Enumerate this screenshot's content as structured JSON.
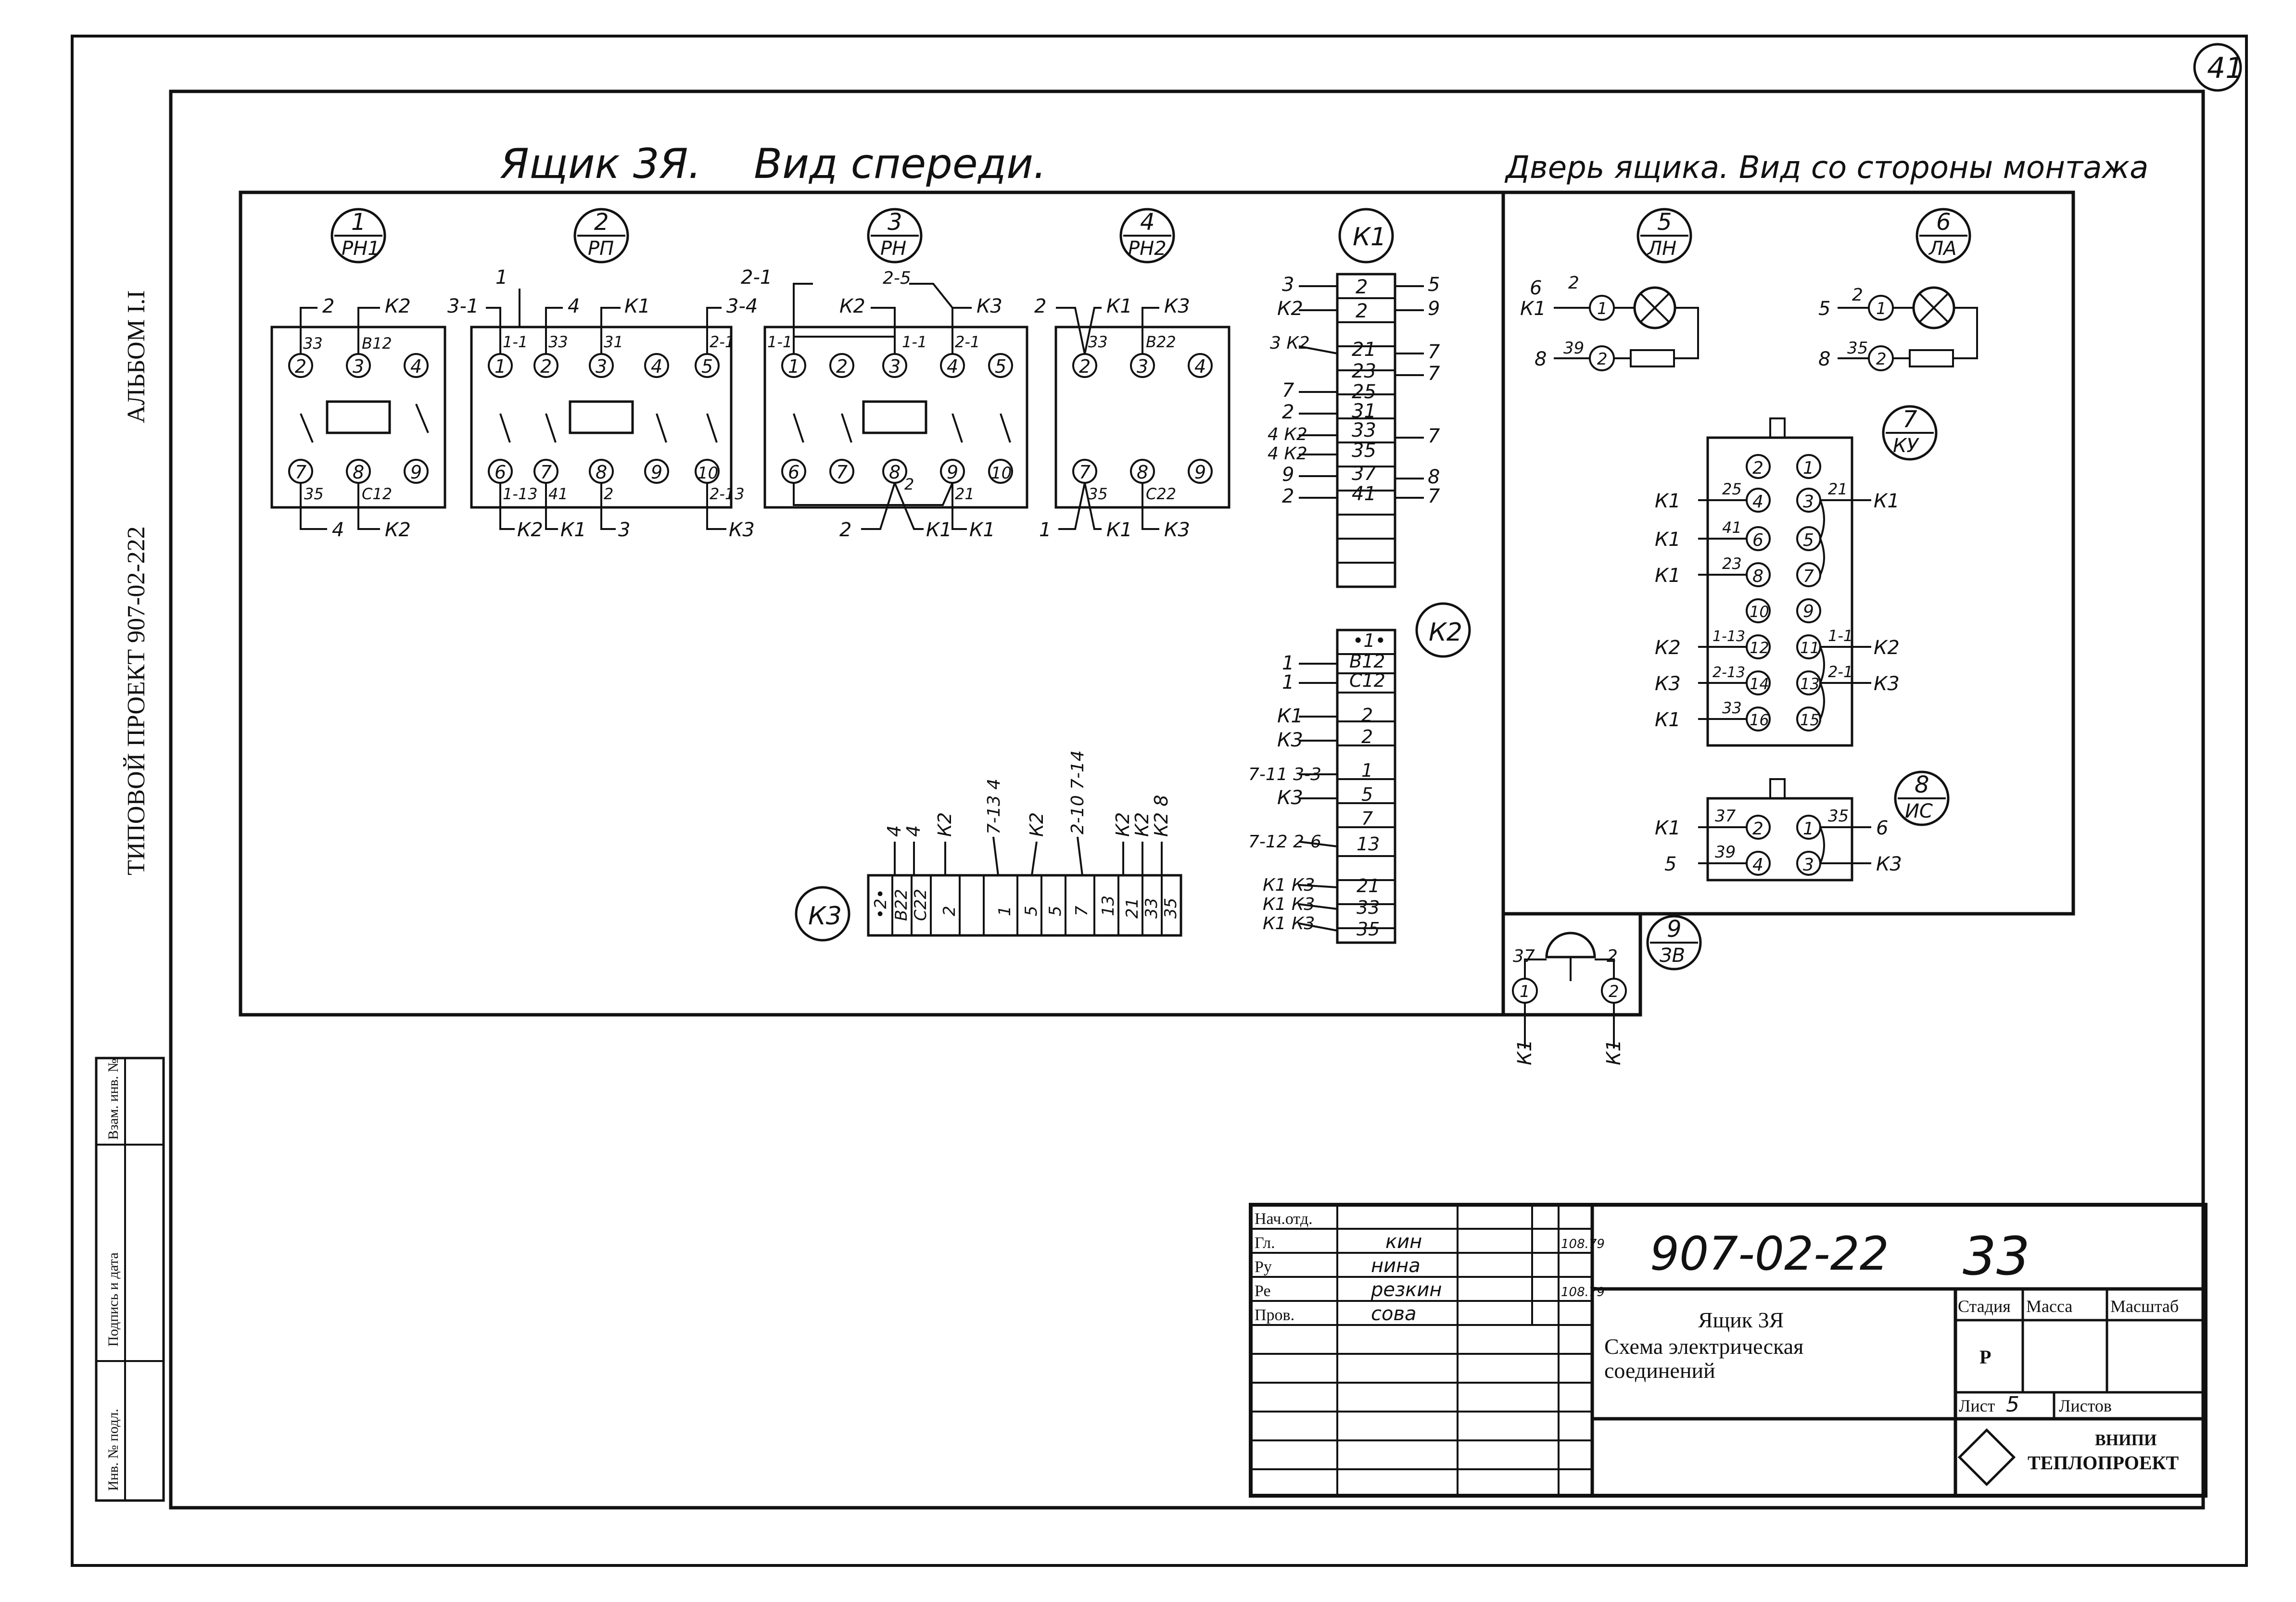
{
  "sheet_corner_number": "41",
  "left_margin": {
    "album": "АЛЬБОМ I.I",
    "project": "ТИПОВОЙ ПРОЕКТ 907-02-222",
    "stamp_labels": [
      "Инв. № подл.",
      "Подпись и дата",
      "Взам. инв. №"
    ]
  },
  "titles": {
    "box_front": "Ящик 3Я.    Вид спереди.",
    "door": "Дверь ящика. Вид со стороны монтажа"
  },
  "devices": {
    "d1": {
      "num": "1",
      "name": "РН1",
      "top_labels": [
        "2",
        "К2",
        "33",
        "В12"
      ],
      "bottom_labels": [
        "35",
        "4",
        "К2",
        "С12"
      ],
      "terminals": [
        "2",
        "3",
        "4",
        "7",
        "8",
        "9"
      ]
    },
    "d2": {
      "num": "2",
      "name": "РП",
      "top_labels": [
        "3-1",
        "1",
        "1-1",
        "33",
        "4",
        "31",
        "К1",
        "2-1",
        "3-4"
      ],
      "bottom_labels": [
        "1-13",
        "41",
        "2",
        "2-13",
        "К2",
        "К1",
        "3",
        "К3"
      ],
      "terminals": [
        "1",
        "2",
        "3",
        "4",
        "5",
        "6",
        "7",
        "8",
        "9",
        "10"
      ]
    },
    "d3": {
      "num": "3",
      "name": "РН",
      "top_labels": [
        "2-1",
        "К2",
        "2-5",
        "1-1",
        "1-1",
        "2-1",
        "К3"
      ],
      "bottom_labels": [
        "2",
        "21",
        "2",
        "К1",
        "К1"
      ],
      "terminals": [
        "1",
        "2",
        "3",
        "4",
        "5",
        "6",
        "7",
        "8",
        "9",
        "10"
      ]
    },
    "d4": {
      "num": "4",
      "name": "РН2",
      "top_labels": [
        "2",
        "К1",
        "К3",
        "33",
        "В22"
      ],
      "bottom_labels": [
        "1",
        "35",
        "С22",
        "К1",
        "К3"
      ],
      "terminals": [
        "2",
        "3",
        "4",
        "7",
        "8",
        "9"
      ]
    }
  },
  "terminal_blocks": {
    "K1": {
      "name": "К1",
      "rows": [
        "2",
        "2",
        "21",
        "23",
        "25",
        "31",
        "33",
        "35",
        "37",
        "41",
        "",
        "",
        ""
      ],
      "left": [
        "3",
        "К2",
        "3 К2",
        "",
        "7",
        "2",
        "4 К2",
        "4 К2",
        "9",
        "2"
      ],
      "right": [
        "5",
        "9",
        "7",
        "7",
        "",
        "",
        "7",
        "",
        "8",
        "7"
      ]
    },
    "K2": {
      "name": "К2",
      "rows": [
        "•1•",
        "В12",
        "С12",
        "2",
        "2",
        "1",
        "5",
        "7",
        "13",
        "21",
        "33",
        "35"
      ],
      "left": [
        "1",
        "1",
        "К1",
        "К3",
        "7-11 3-3",
        "К3",
        "7-12 2-6",
        "К1 К3",
        "К1 К3",
        "К1 К3"
      ]
    },
    "K3": {
      "name": "К3",
      "cols": [
        "•2•",
        "В22",
        "С22",
        "2",
        "1",
        "5",
        "5",
        "7",
        "13",
        "21",
        "33",
        "35"
      ],
      "top": [
        "4",
        "4",
        "К2",
        "7-13 4",
        "К2",
        "2-10 7-14",
        "К2",
        "К2",
        "К2 8"
      ]
    }
  },
  "door_devices": {
    "d5": {
      "num": "5",
      "name": "ЛН",
      "labels": [
        "6",
        "2",
        "К1",
        "1",
        "8",
        "39",
        "2"
      ]
    },
    "d6": {
      "num": "6",
      "name": "ЛА",
      "labels": [
        "5",
        "2",
        "1",
        "8",
        "35",
        "2"
      ]
    },
    "d7": {
      "num": "7",
      "name": "КУ",
      "left_wires": [
        "К1",
        "К1",
        "К1",
        "",
        "К2",
        "К3",
        "К1"
      ],
      "left_nums": [
        "25",
        "41",
        "23",
        "",
        "1-13",
        "2-13",
        "33"
      ],
      "right_wires": [
        "К1",
        "",
        "",
        "",
        "К2",
        "К3",
        ""
      ],
      "right_nums": [
        "21",
        "",
        "",
        "",
        "1-1",
        "2-1",
        ""
      ],
      "terminals_left": [
        "2",
        "4",
        "6",
        "8",
        "10",
        "12",
        "14",
        "16"
      ],
      "terminals_right": [
        "1",
        "3",
        "5",
        "7",
        "9",
        "11",
        "13",
        "15"
      ]
    },
    "d8": {
      "num": "8",
      "name": "ИС",
      "labels": [
        "К1",
        "37",
        "2",
        "1",
        "35",
        "6",
        "5",
        "39",
        "4",
        "3",
        "К3"
      ]
    },
    "d9": {
      "num": "9",
      "name": "ЗВ",
      "labels": [
        "37",
        "1",
        "2",
        "2",
        "К1",
        "К1"
      ]
    }
  },
  "title_block": {
    "doc_number": "907-02-22",
    "sheet_code": "33",
    "roles": [
      "Нач.отд.",
      "Гл.",
      "Ру",
      "Ре",
      "Пров."
    ],
    "names": [
      "",
      "кин",
      "нина",
      "резкин",
      "сова"
    ],
    "dates": [
      "",
      "108.79",
      "",
      "108.79",
      ""
    ],
    "name_title": "Ящик 3Я",
    "subtitle_1": "Схема электрическая",
    "subtitle_2": "соединений",
    "stage_h": "Стадия",
    "mass_h": "Масса",
    "scale_h": "Масштаб",
    "stage": "Р",
    "sheet_label": "Лист",
    "sheet_num": "5",
    "sheets_label": "Листов",
    "org_1": "ВНИПИ",
    "org_2": "ТЕПЛОПРОЕКТ"
  }
}
